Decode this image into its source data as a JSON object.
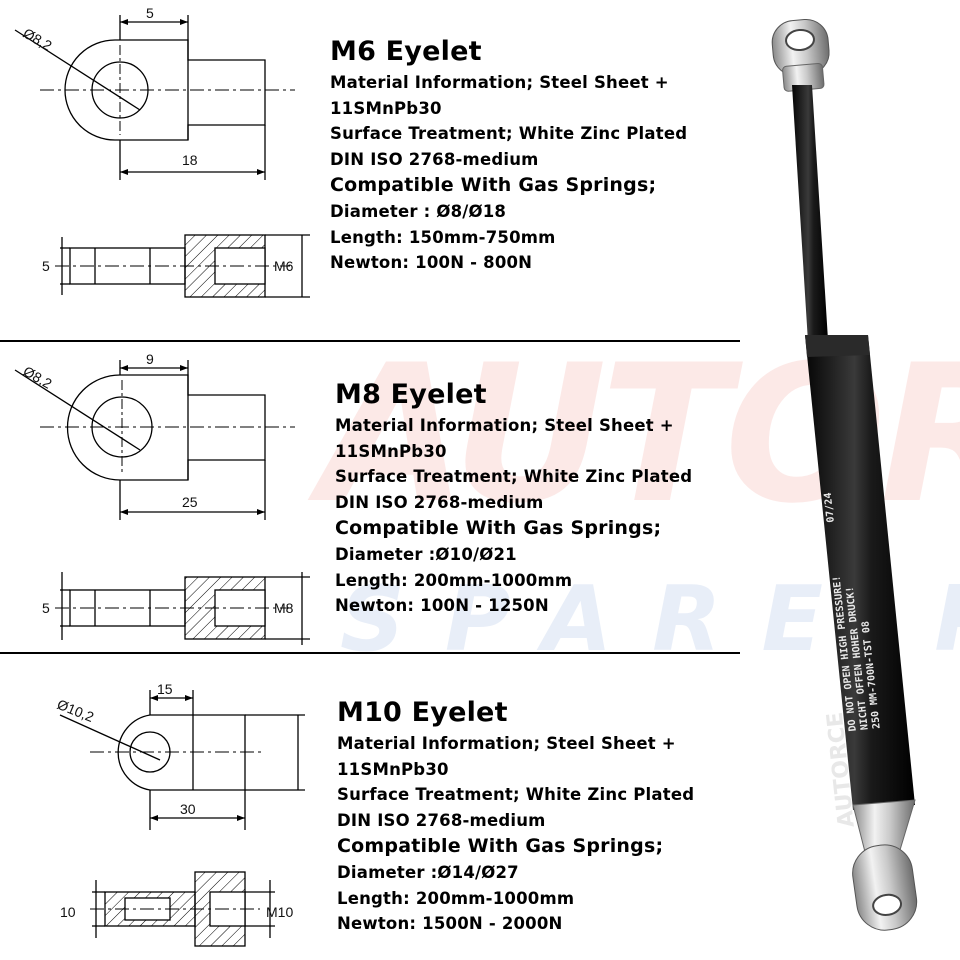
{
  "watermark": {
    "brand": "AUTORCE",
    "sub": "SPARE PART",
    "color": "#e8463a",
    "sub_color": "#3f74c4"
  },
  "spring_label": {
    "warning_1": "DO NOT OPEN HIGH PRESSURE!",
    "warning_2": "NICHT OFFEN HOHER DRUCK!",
    "code": "250 MM-700N-TST 08",
    "date": "07/24",
    "brand": "AUTORCE"
  },
  "sections": [
    {
      "title": "M6 Eyelet",
      "material": "Material Information; Steel Sheet +",
      "material_2": "11SMnPb30",
      "surface": "Surface Treatment; White Zinc Plated",
      "din": "DIN ISO 2768-medium",
      "compat": "Compatible With Gas Springs;",
      "diameter": "Diameter : Ø8/Ø18",
      "length": "Length: 150mm-750mm",
      "newton": "Newton: 100N - 800N",
      "dims": {
        "hole": "Ø8,2",
        "top": "5",
        "bottom": "18",
        "side_left": "5",
        "thread": "M6"
      }
    },
    {
      "title": "M8 Eyelet",
      "material": "Material Information; Steel Sheet +",
      "material_2": "11SMnPb30",
      "surface": "Surface Treatment; White Zinc Plated",
      "din": "DIN ISO 2768-medium",
      "compat": "Compatible With Gas Springs;",
      "diameter": "Diameter :Ø10/Ø21",
      "length": "Length: 200mm-1000mm",
      "newton": "Newton: 100N - 1250N",
      "dims": {
        "hole": "Ø8,2",
        "top": "9",
        "bottom": "25",
        "side_left": "5",
        "thread": "M8"
      }
    },
    {
      "title": "M10 Eyelet",
      "material": "Material Information; Steel Sheet +",
      "material_2": "11SMnPb30",
      "surface": "Surface Treatment; White Zinc Plated",
      "din": "DIN ISO 2768-medium",
      "compat": "Compatible With Gas Springs;",
      "diameter": "Diameter :Ø14/Ø27",
      "length": "Length: 200mm-1000mm",
      "newton": "Newton: 1500N - 2000N",
      "dims": {
        "hole": "Ø10,2",
        "top": "15",
        "bottom": "30",
        "side_left": "10",
        "thread": "M10"
      }
    }
  ]
}
